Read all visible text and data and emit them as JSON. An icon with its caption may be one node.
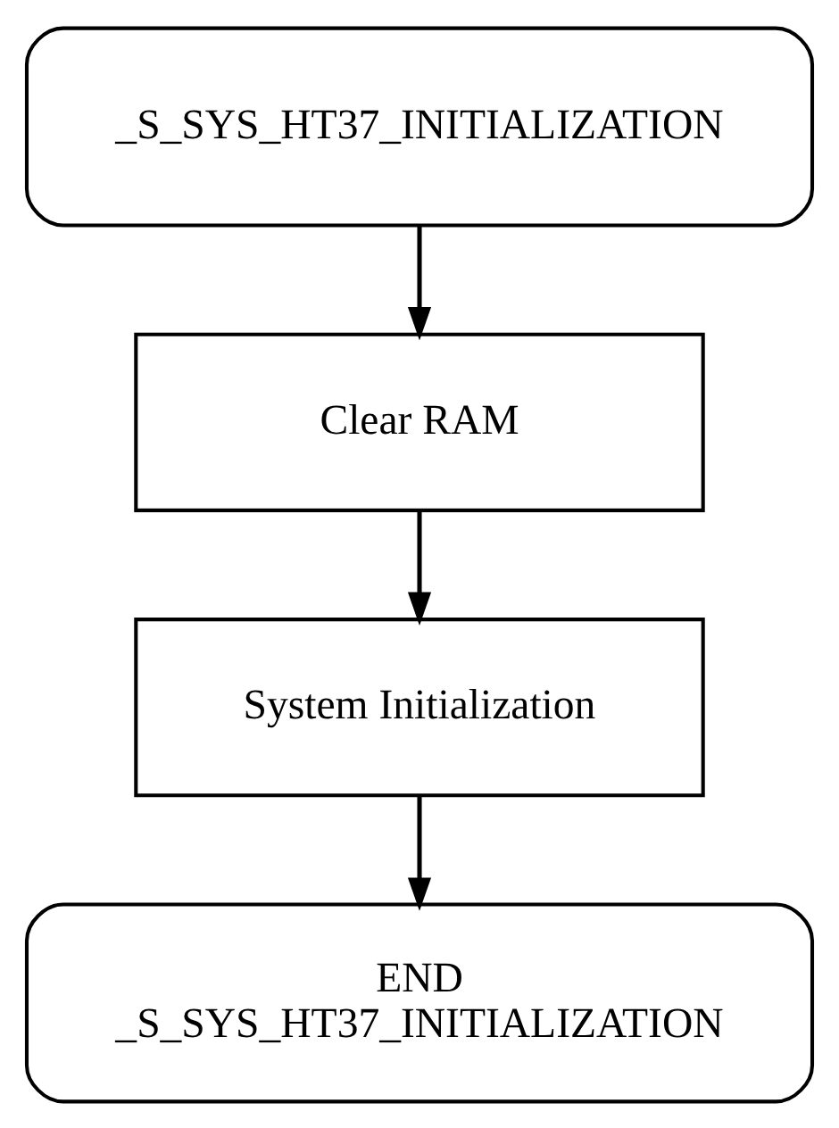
{
  "diagram": {
    "nodes": [
      {
        "text": [
          "_S_SYS_HT37_INITIALIZATION"
        ]
      },
      {
        "text": [
          "Clear RAM"
        ]
      },
      {
        "text": [
          "System Initialization"
        ]
      },
      {
        "text": [
          "END",
          "_S_SYS_HT37_INITIALIZATION"
        ]
      }
    ],
    "edges": [
      {
        "from": 0,
        "to": 1,
        "arrow": "to"
      },
      {
        "from": 1,
        "to": 2,
        "arrow": "to"
      },
      {
        "from": 2,
        "to": 3,
        "arrow": "to"
      }
    ]
  }
}
